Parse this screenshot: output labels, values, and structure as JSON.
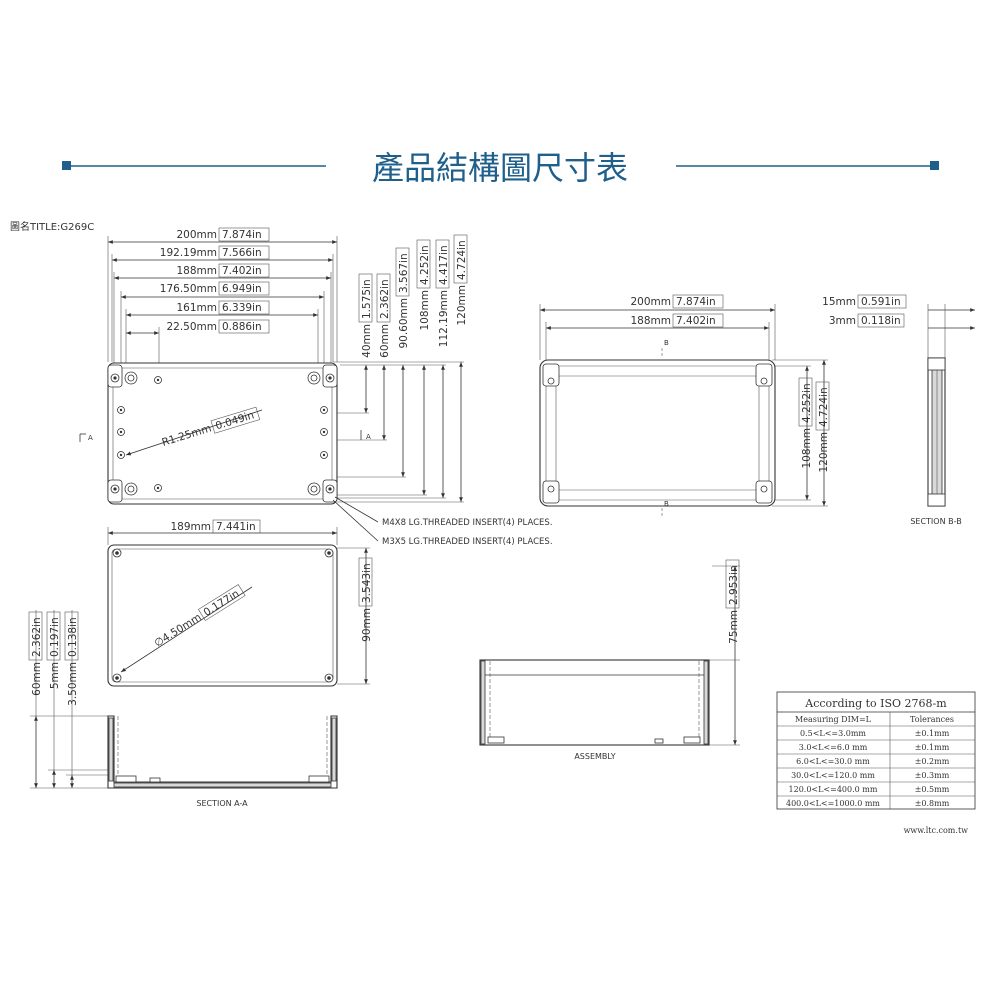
{
  "header": {
    "title": "產品結構圖尺寸表",
    "accent_color": "#1f5f8b",
    "drawing_title": "圖名TITLE:G269C"
  },
  "top_view": {
    "widths": [
      {
        "mm": "200mm",
        "in": "7.874in"
      },
      {
        "mm": "192.19mm",
        "in": "7.566in"
      },
      {
        "mm": "188mm",
        "in": "7.402in"
      },
      {
        "mm": "176.50mm",
        "in": "6.949in"
      },
      {
        "mm": "161mm",
        "in": "6.339in"
      },
      {
        "mm": "22.50mm",
        "in": "0.886in"
      }
    ],
    "heights": [
      {
        "mm": "40mm",
        "in": "1.575in"
      },
      {
        "mm": "60mm",
        "in": "2.362in"
      },
      {
        "mm": "90.60mm",
        "in": "3.567in"
      },
      {
        "mm": "108mm",
        "in": "4.252in"
      },
      {
        "mm": "112.19mm",
        "in": "4.417in"
      },
      {
        "mm": "120mm",
        "in": "4.724in"
      }
    ],
    "radius": {
      "mm": "R1.25mm",
      "in": "0.049in"
    },
    "section_marker": "A",
    "notes": [
      "M4X8 LG.THREADED INSERT(4) PLACES.",
      "M3X5 LG.THREADED INSERT(4) PLACES."
    ]
  },
  "front_view": {
    "width": {
      "mm": "200mm",
      "in": "7.874in"
    },
    "inner_width": {
      "mm": "188mm",
      "in": "7.402in"
    },
    "inner_height": {
      "mm": "108mm",
      "in": "4.252in"
    },
    "height": {
      "mm": "120mm",
      "in": "4.724in"
    },
    "section_marker": "B"
  },
  "section_b": {
    "depth": {
      "mm": "15mm",
      "in": "0.591in"
    },
    "wall": {
      "mm": "3mm",
      "in": "0.118in"
    },
    "label": "SECTION B-B"
  },
  "bottom_view": {
    "width": {
      "mm": "189mm",
      "in": "7.441in"
    },
    "height": {
      "mm": "90mm",
      "in": "3.543in"
    },
    "hole": {
      "mm": "∅4.50mm",
      "in": "0.177in"
    }
  },
  "section_a": {
    "dims": [
      {
        "mm": "60mm",
        "in": "2.362in"
      },
      {
        "mm": "5mm",
        "in": "0.197in"
      },
      {
        "mm": "3.50mm",
        "in": "0.138in"
      }
    ],
    "label": "SECTION A-A"
  },
  "assembly": {
    "height": {
      "mm": "75mm",
      "in": "2.953in"
    },
    "label": "ASSEMBLY"
  },
  "tolerance_table": {
    "title": "According to ISO 2768-m",
    "headers": [
      "Measuring  DIM=L",
      "Tolerances"
    ],
    "rows": [
      [
        "0.5<L<=3.0mm",
        "±0.1mm"
      ],
      [
        "3.0<L<=6.0 mm",
        "±0.1mm"
      ],
      [
        "6.0<L<=30.0 mm",
        "±0.2mm"
      ],
      [
        "30.0<L<=120.0 mm",
        "±0.3mm"
      ],
      [
        "120.0<L<=400.0 mm",
        "±0.5mm"
      ],
      [
        "400.0<L<=1000.0 mm",
        "±0.8mm"
      ]
    ]
  },
  "footer": {
    "url": "www.ltc.com.tw"
  }
}
